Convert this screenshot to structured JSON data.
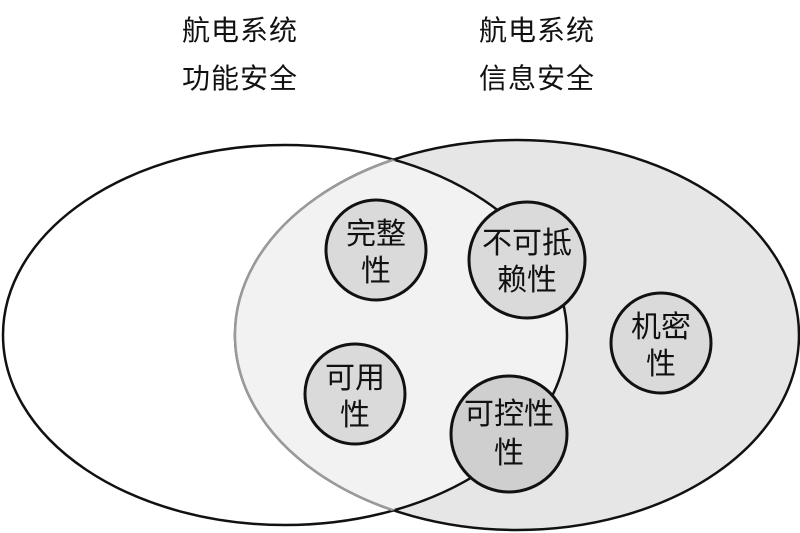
{
  "headings": {
    "left": {
      "line1": "航电系统",
      "line2": "功能安全"
    },
    "right": {
      "line1": "航电系统",
      "line2": "信息安全"
    }
  },
  "circles": {
    "complete": {
      "line1": "完整",
      "line2": "性"
    },
    "nonrepudiation": {
      "line1": "不可抵",
      "line2": "赖性"
    },
    "confidentiality": {
      "line1": "机密",
      "line2": "性"
    },
    "availability": {
      "line1": "可用",
      "line2": "性"
    },
    "controllability": {
      "line1": "可控性",
      "line2": "性"
    }
  },
  "colors": {
    "outline": "#111111",
    "info_set_fill": "#e6e6e6",
    "overlap_fill": "#f2f2f2",
    "bubble_fill": "#dadada",
    "bubble_in_both_fill": "#cfcfcf"
  }
}
